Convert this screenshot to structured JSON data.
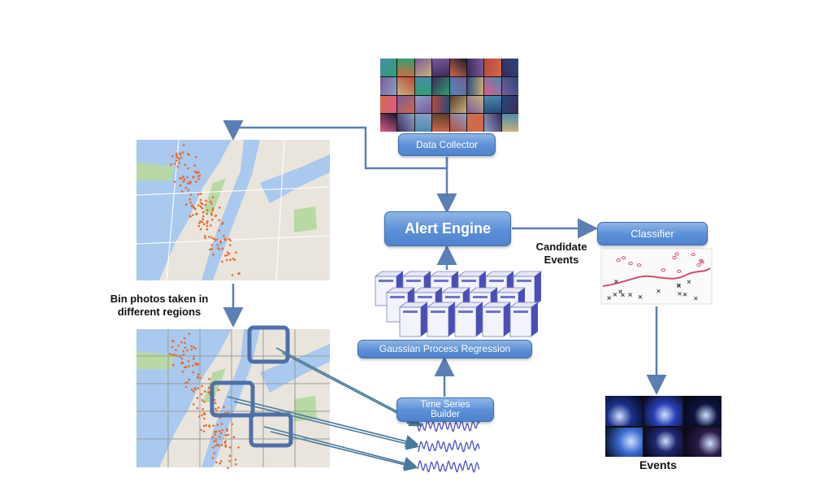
{
  "boxes": {
    "data_collector": "Data Collector",
    "alert_engine": "Alert Engine",
    "classifier": "Classifier",
    "gpr": "Gaussian Process Regression",
    "ts_builder": "Time Series Builder"
  },
  "labels": {
    "bin_photos": "Bin photos taken in different regions",
    "candidate_events": "Candidate Events",
    "events": "Events"
  },
  "colors": {
    "box_blue": "#5b8fd6",
    "arrow_blue": "#5b7fb5",
    "water": "#a9c9ee",
    "land": "#e9e5dc",
    "park": "#b9d9a4",
    "photo_dot": "#e8692a",
    "highlight": "#4f6fa8"
  },
  "icons": [
    "photo-thumbnails",
    "server-cluster-icon",
    "classifier-plot",
    "waveform-icon",
    "city-map"
  ]
}
